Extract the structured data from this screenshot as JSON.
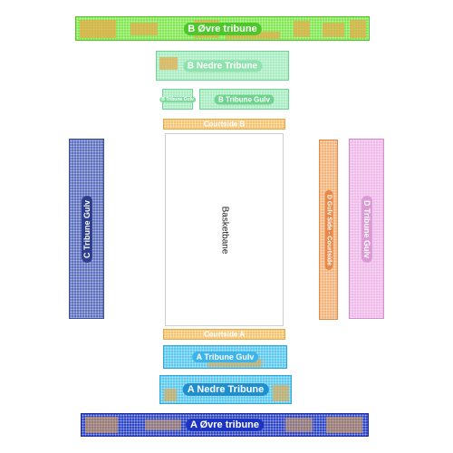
{
  "sections": {
    "b_ovre": {
      "label": "B Øvre tribune",
      "fill": "#7ee84d",
      "border": "#55c22a",
      "pill": "#4cc82a",
      "accent": "#e8a94a"
    },
    "b_nedre": {
      "label": "B Nedre Tribune",
      "fill": "#a6ecc0",
      "border": "#74d496",
      "pill": "#8fe2ad"
    },
    "b_tribune_gulv_small": {
      "label": "B Tribune Gulv",
      "fill": "#a6ecc0",
      "border": "#74d496",
      "pill": "#7fdc9f"
    },
    "b_tribune_gulv": {
      "label": "B Tribune Gulv",
      "fill": "#a6ecc0",
      "border": "#74d496",
      "pill": "#6fd48f"
    },
    "courtside_b": {
      "label": "Courtside B",
      "fill": "#f6c46e",
      "border": "#e8a94a"
    },
    "c_tribune_gulv": {
      "label": "C Tribune Gulv",
      "fill": "#5b6fbf",
      "border": "#3f4f9e",
      "pill": "#2f3f8f"
    },
    "d_gulv_side": {
      "label": "D Gulv Side - Courtside",
      "fill": "#f5b27a",
      "border": "#e08b4a",
      "pill": "#e8894a"
    },
    "d_tribune_gulv": {
      "label": "D Tribune Gulv",
      "fill": "#efb8ea",
      "border": "#d48ccc",
      "pill": "#dc9ad6"
    },
    "courtside_a": {
      "label": "Courtside A",
      "fill": "#f6c46e",
      "border": "#e8a94a"
    },
    "a_tribune_gulv": {
      "label": "A Tribune Gulv",
      "fill": "#59c8f0",
      "border": "#2fa8dc",
      "pill": "#3fb4e8",
      "accent": "#e8a94a"
    },
    "a_nedre": {
      "label": "A Nedre Tribune",
      "fill": "#59c8f0",
      "border": "#2fa8dc",
      "pill": "#1f8fd0",
      "accent": "#e8a94a"
    },
    "a_ovre": {
      "label": "A Øvre tribune",
      "fill": "#2d44c8",
      "border": "#1c2f9c",
      "pill": "#1c34c0",
      "accent": "#e8a94a"
    }
  },
  "court": {
    "label": "Basketbane"
  }
}
